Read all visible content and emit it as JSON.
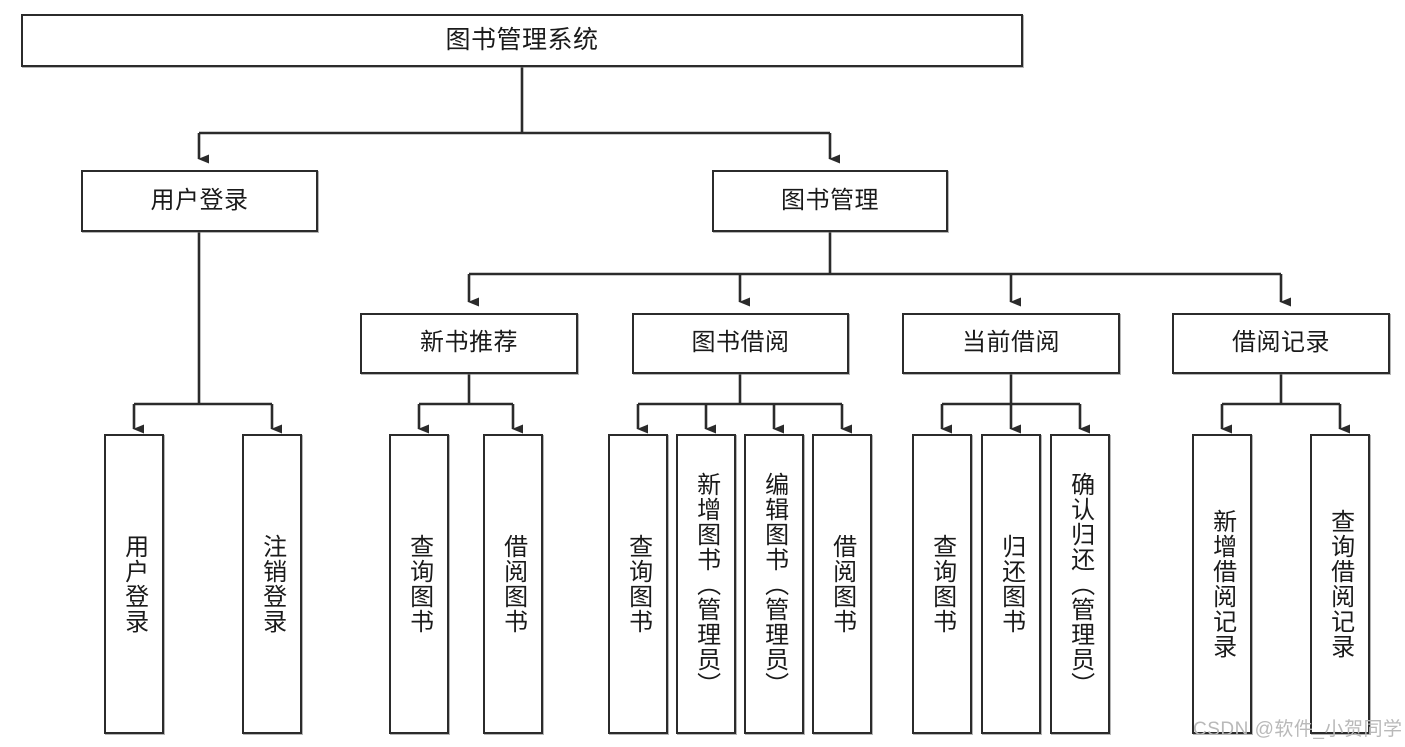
{
  "diagram": {
    "title": "图书管理系统",
    "type": "hierarchy-tree",
    "root": {
      "label": "图书管理系统"
    },
    "level2": [
      {
        "label": "用户登录"
      },
      {
        "label": "图书管理"
      }
    ],
    "level3": [
      {
        "label": "新书推荐"
      },
      {
        "label": "图书借阅"
      },
      {
        "label": "当前借阅"
      },
      {
        "label": "借阅记录"
      }
    ],
    "leaves": {
      "user_login": [
        {
          "label": "用户登录"
        },
        {
          "label": "注销登录"
        }
      ],
      "new_book_recommend": [
        {
          "label": "查询图书"
        },
        {
          "label": "借阅图书"
        }
      ],
      "book_borrow": [
        {
          "label": "查询图书"
        },
        {
          "label": "新增图书（管理员）"
        },
        {
          "label": "编辑图书（管理员）"
        },
        {
          "label": "借阅图书"
        }
      ],
      "current_borrow": [
        {
          "label": "查询图书"
        },
        {
          "label": "归还图书"
        },
        {
          "label": "确认归还（管理员）"
        }
      ],
      "borrow_record": [
        {
          "label": "新增借阅记录"
        },
        {
          "label": "查询借阅记录"
        }
      ]
    }
  },
  "watermark": {
    "text": "CSDN @软件_小贺同学"
  },
  "colors": {
    "border": "#2b2b2b",
    "text": "#1a1a1a",
    "background": "#ffffff",
    "watermark": "#b9b9b9"
  }
}
